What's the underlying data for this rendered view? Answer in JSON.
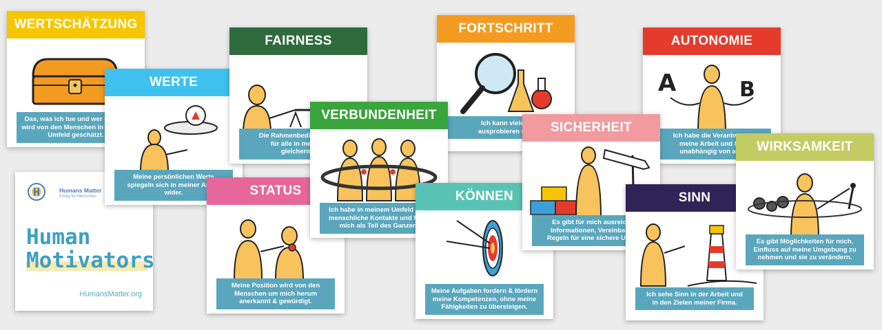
{
  "brand": {
    "logo_name": "Humans Matter",
    "logo_tagline": "Erfolg für Menschen",
    "title_line1": "Human",
    "title_line2": "Motivators",
    "url": "HumansMatter.org"
  },
  "cards": {
    "wertschaetzung": {
      "title": "WERTSCHÄTZUNG",
      "text": "Das, was ich tue und wer ich bin,\nwird von den Menschen in meinem\nUmfeld geschätzt.",
      "color": "#f7c600"
    },
    "werte": {
      "title": "WERTE",
      "text": "Meine persönlichen Werte\nspiegeln sich in meiner Arbeit\nwider.",
      "color": "#3ec1ef"
    },
    "fairness": {
      "title": "FAIRNESS",
      "text": "Die Rahmenbedingungen\nfür alle in meinem\ngleicherma",
      "color": "#2e6b3d"
    },
    "status": {
      "title": "STATUS",
      "text": "Meine Position wird von den\nMenschen um mich herum\nanerkannt & gewürdigt.",
      "color": "#e8679a"
    },
    "verbundenheit": {
      "title": "VERBUNDENHEIT",
      "text": "Ich habe in meinem Umfeld gute\nmenschliche Kontakte und fühle\nmich als Teil des Ganzen.",
      "color": "#3aa53c"
    },
    "fortschritt": {
      "title": "FORTSCHRITT",
      "text": "Ich kann viele D\nausprobieren und",
      "color": "#f39b21"
    },
    "koennen": {
      "title": "KÖNNEN",
      "text": "Meine Aufgaben fordern & fördern\nmeine Kompetenzen, ohne meine\nFähigkeiten zu übersteigen.",
      "color": "#58c3b3"
    },
    "sicherheit": {
      "title": "SICHERHEIT",
      "text": "Es gibt für mich ausreich\nInformationen, Vereinbaru\nRegeln für eine sichere Umg",
      "color": "#f19a9f"
    },
    "autonomie": {
      "title": "AUTONOMIE",
      "text": "Ich habe die Verantwortu\nmeine Arbeit und bin\nunabhängig von and",
      "color": "#e53b2c"
    },
    "sinn": {
      "title": "SINN",
      "text": "Ich sehe Sinn in der Arbeit und\nin den Zielen meiner Firma.",
      "color": "#2f2358"
    },
    "wirksamkeit": {
      "title": "WIRKSAMKEIT",
      "text": "Es gibt Möglichkeiten für mich,\nEinfluss auf meine Umgebung zu\nnehmen und sie zu verändern.",
      "color": "#c3cc62"
    }
  },
  "illustration": {
    "wertschaetzung": "treasure-chest",
    "werte": "compass-on-tray",
    "fairness": "balance-scale",
    "status": "two-figures-medal",
    "verbundenheit": "three-figures-ring",
    "fortschritt": "magnifier-flasks",
    "koennen": "arrows-target",
    "sicherheit": "blocks-signpost",
    "autonomie": "letters-a-b",
    "sinn": "figure-lighthouse",
    "wirksamkeit": "gears-lever",
    "figure_fill": "#f8c35c",
    "figure_stroke": "#222222"
  }
}
